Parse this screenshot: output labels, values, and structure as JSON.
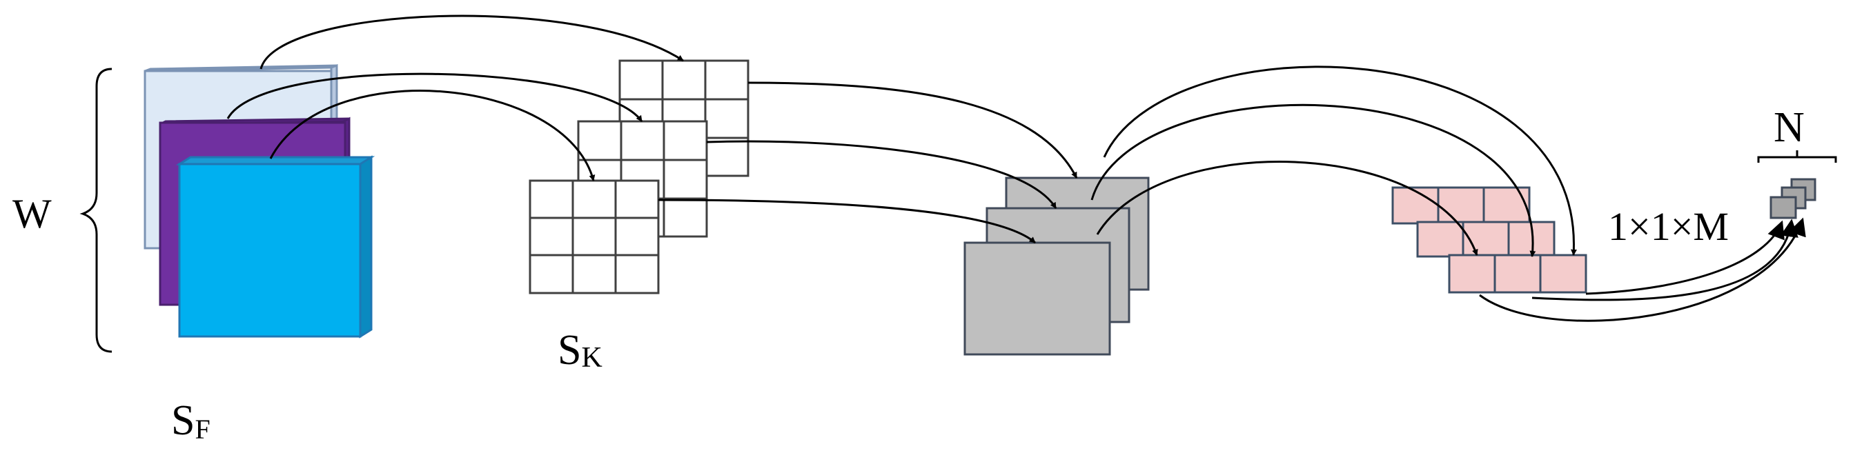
{
  "labels": {
    "w": "W",
    "sf_main": "S",
    "sf_sub": "F",
    "sk_main": "S",
    "sk_sub": "K",
    "n": "N",
    "dims": "1×1×M"
  },
  "colors": {
    "input_back": "#dde9f6",
    "input_back_edge": "#7b93b4",
    "input_mid": "#7030a0",
    "input_mid_edge": "#4a1f6e",
    "input_front": "#00b0f0",
    "input_front_edge": "#1f77b4",
    "kernel_fill": "#ffffff",
    "kernel_edge": "#404040",
    "feature_fill": "#bfbfbf",
    "feature_edge": "#404a5a",
    "pink_fill": "#f4cccc",
    "pink_edge": "#3d4f66",
    "small_fill": "#a6a6a6",
    "arrow": "#000000"
  },
  "icons": {
    "brace": "left-curly-brace",
    "bracket": "top-bracket"
  }
}
